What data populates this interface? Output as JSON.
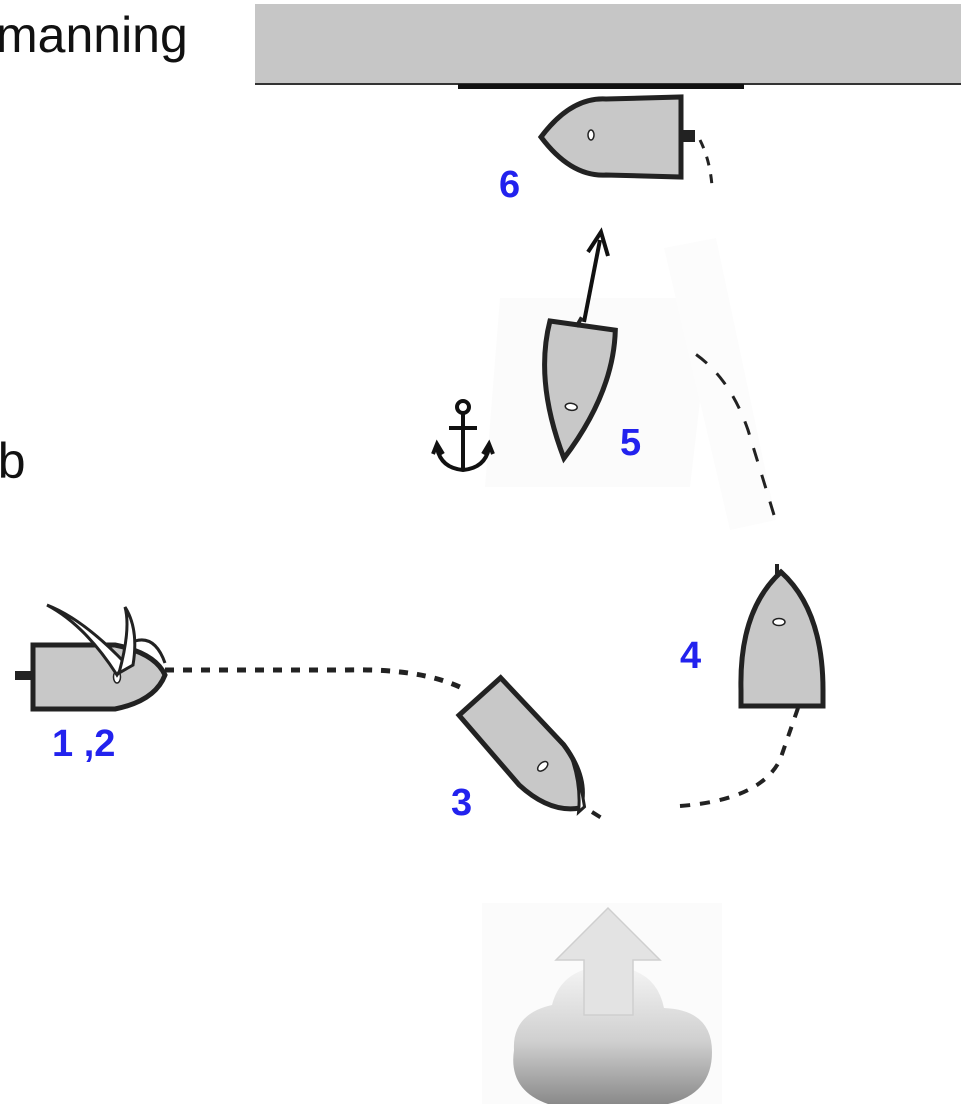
{
  "texts": {
    "top_fragment": "manning",
    "left_fragment": "eb"
  },
  "positions": {
    "label_6": "6",
    "label_5": "5",
    "label_4": "4",
    "label_3": "3",
    "label_12": "1 ,2"
  },
  "colors": {
    "number_label": "#2222ee",
    "boat_fill": "#c8c8c8",
    "boat_stroke": "#222222",
    "pier_fill": "#c6c6c6"
  },
  "icons": {
    "anchor": "anchor-icon",
    "wind": "wind-cloud-icon"
  }
}
